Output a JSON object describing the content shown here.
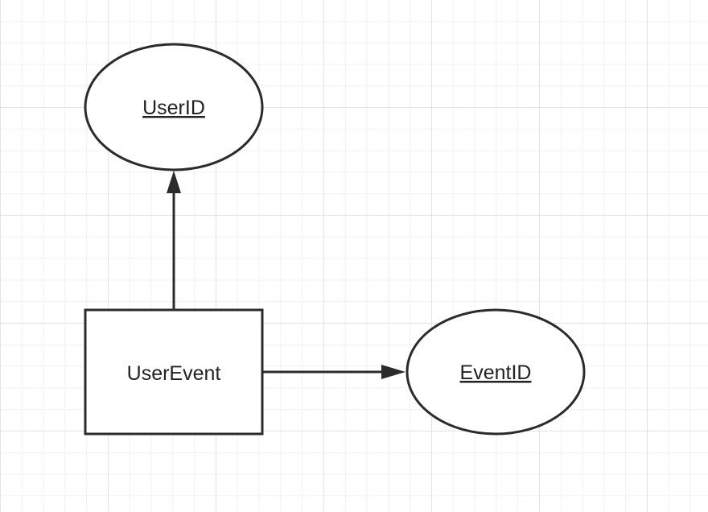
{
  "diagram": {
    "entity": {
      "label": "UserEvent"
    },
    "attributes": [
      {
        "label": "UserID",
        "key": true
      },
      {
        "label": "EventID",
        "key": true
      }
    ]
  },
  "colors": {
    "stroke": "#2b2b2b",
    "fill": "#ffffff",
    "text": "#222222"
  }
}
